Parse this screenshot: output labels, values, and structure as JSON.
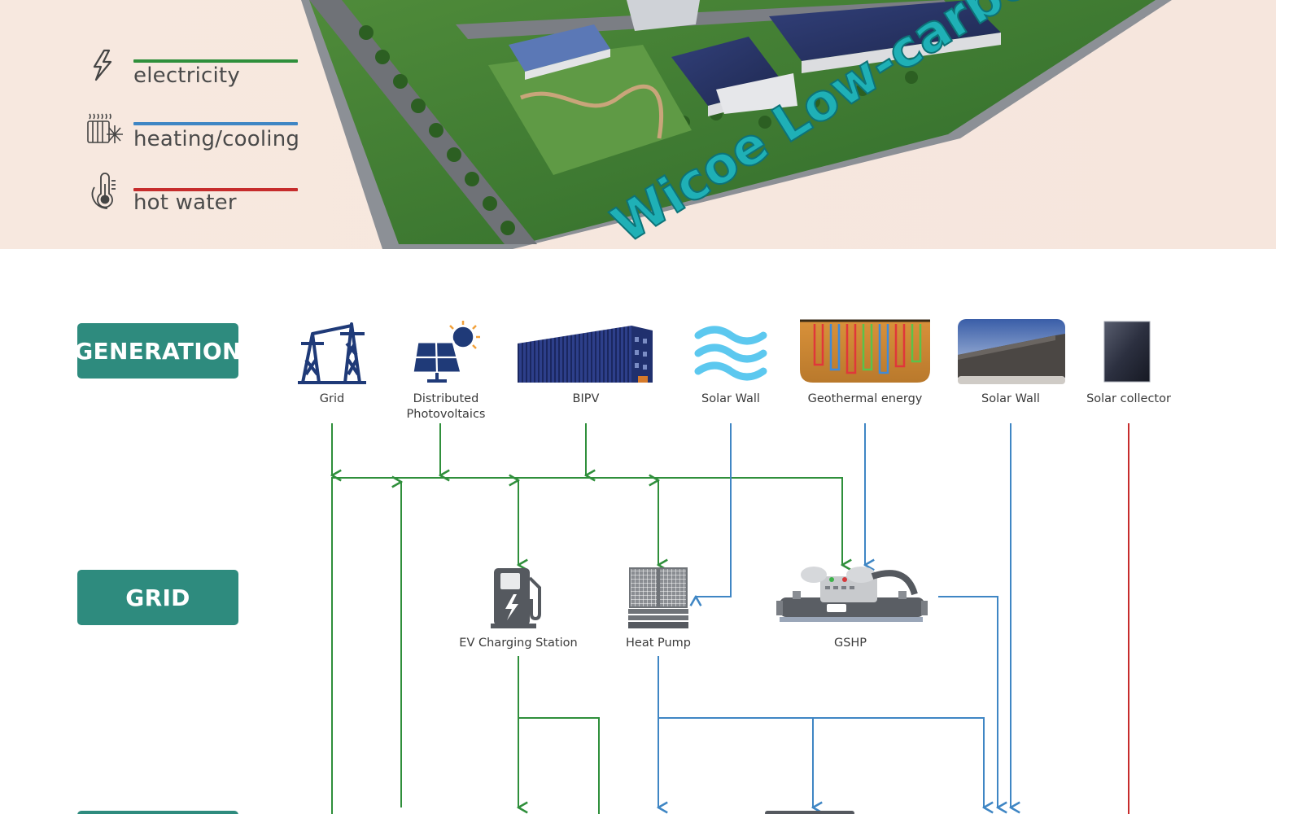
{
  "hero": {
    "banner_text": "Wicoe Low-carbon Industrial Pa",
    "legend": [
      {
        "icon": "lightning-icon",
        "label": "electricity",
        "color": "#2f8f3b"
      },
      {
        "icon": "radiator-snowflake-icon",
        "label": "heating/cooling",
        "color": "#3f86c4"
      },
      {
        "icon": "thermometer-icon",
        "label": "hot water",
        "color": "#c62c2c"
      }
    ]
  },
  "stages": {
    "generation": "GENERATION",
    "grid": "GRID"
  },
  "generation_nodes": [
    {
      "icon": "transmission-tower-icon",
      "label": "Grid"
    },
    {
      "icon": "solar-panel-icon",
      "label": "Distributed Photovoltaics"
    },
    {
      "icon": "bipv-building-icon",
      "label": "BIPV"
    },
    {
      "icon": "waves-icon",
      "label": "Solar Wall"
    },
    {
      "icon": "geothermal-icon",
      "label": "Geothermal energy"
    },
    {
      "icon": "solar-wall-building-icon",
      "label": "Solar Wall"
    },
    {
      "icon": "solar-collector-icon",
      "label": "Solar collector"
    }
  ],
  "grid_nodes": [
    {
      "icon": "ev-charger-icon",
      "label": "EV Charging Station"
    },
    {
      "icon": "heat-pump-icon",
      "label": "Heat Pump"
    },
    {
      "icon": "gshp-icon",
      "label": "GSHP"
    }
  ],
  "colors": {
    "teal": "#2e8b7e",
    "electricity": "#2f8f3b",
    "heating": "#3f86c4",
    "hot_water": "#c62c2c",
    "icon_navy": "#1f3a78"
  }
}
